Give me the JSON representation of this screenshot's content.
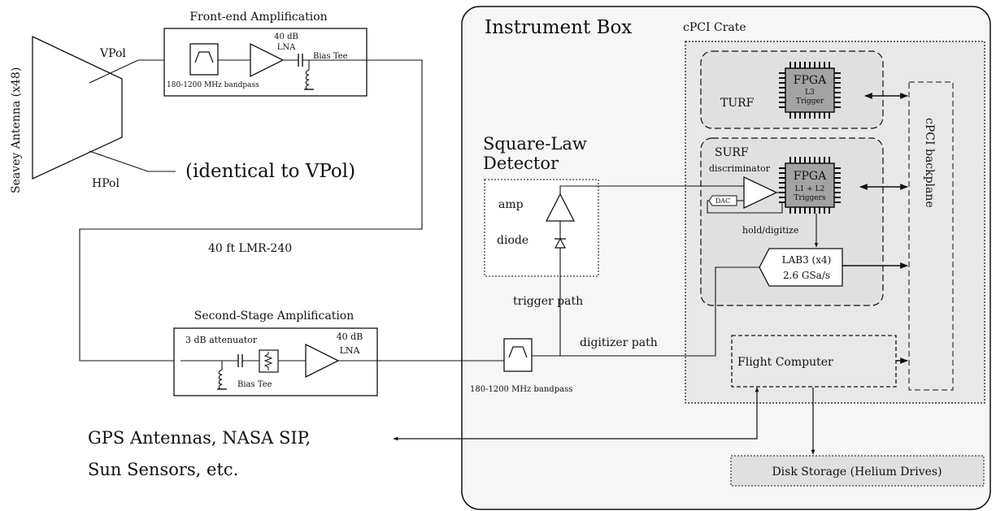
{
  "antenna": {
    "label": "Seavey Antenna (x48)",
    "vpol": "VPol",
    "hpol": "HPol",
    "hpol_note": "(identical to VPol)"
  },
  "front_end": {
    "title": "Front-end Amplification",
    "gain": "40 dB",
    "lna": "LNA",
    "bias_tee": "Bias Tee",
    "bandpass": "180-1200 MHz bandpass"
  },
  "cable": "40 ft LMR-240",
  "second_stage": {
    "title": "Second-Stage Amplification",
    "attenuator": "3 dB attenuator",
    "gain": "40 dB",
    "lna": "LNA",
    "bias_tee": "Bias Tee"
  },
  "bandpass2": "180-1200 MHz bandpass",
  "paths": {
    "trigger": "trigger path",
    "digitizer": "digitizer path"
  },
  "gps": {
    "line1": "GPS Antennas, NASA SIP,",
    "line2": "Sun Sensors, etc."
  },
  "instrument_box": {
    "title": "Instrument Box",
    "crate": "cPCI  Crate",
    "detector_title_1": "Square-Law",
    "detector_title_2": "Detector",
    "amp": "amp",
    "diode": "diode",
    "turf": "TURF",
    "turf_fpga": "FPGA",
    "turf_trigger_1": "L3",
    "turf_trigger_2": "Trigger",
    "surf": "SURF",
    "discriminator": "discriminator",
    "dac": "DAC",
    "surf_fpga": "FPGA",
    "surf_trigger_1": "L1 + L2",
    "surf_trigger_2": "Triggers",
    "hold": "hold/digitize",
    "lab3_1": "LAB3 (x4)",
    "lab3_2": "2.6 GSa/s",
    "backplane": "cPCI  backplane",
    "flight_computer": "Flight Computer",
    "disk": "Disk Storage (Helium Drives)"
  }
}
